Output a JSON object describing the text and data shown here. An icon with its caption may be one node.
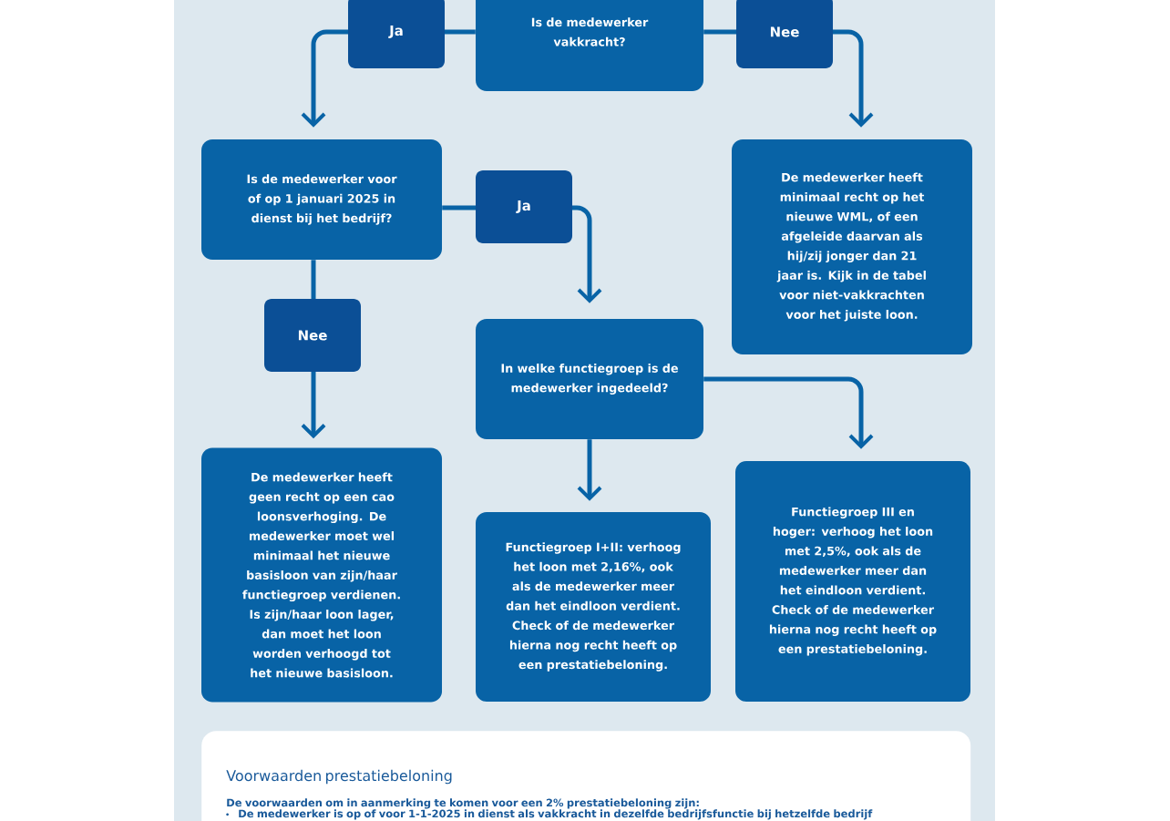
{
  "diagram": {
    "nodes": [
      {
        "text": [
          "Is de medewerker vakkracht?"
        ]
      },
      {
        "text": [
          "Is de medewerker voor of op 1 januari 2025 in dienst bij het bedrijf?"
        ]
      },
      {
        "text": [
          "De medewerker heeft minimaal recht op het nieuwe WML, of een afgeleide daarvan als hij/zij jonger dan 21 jaar is. Kijk in de tabel voor niet-vakkrachten voor het juiste loon."
        ]
      },
      {
        "text": [
          "In welke functiegroep is de medewerker ingedeeld?"
        ]
      },
      {
        "text": [
          "De medewerker heeft geen recht op een cao loonsverhoging. De medewerker moet wel minimaal het nieuwe basisloon van zijn/haar functiegroep verdienen. Is zijn/haar loon lager, dan moet het loon worden verhoogd tot het nieuwe basisloon."
        ]
      },
      {
        "text": [
          "Functiegroep I+II: verhoog het loon met 2,16%, ook als de medewerker meer dan het eindloon verdient. Check of de medewerker hierna nog recht heeft op een prestatiebeloning."
        ]
      },
      {
        "text": [
          "Functiegroep III en hoger: verhoog het loon met 2,5%, ook als de medewerker meer dan het eindloon verdient. Check of de medewerker hierna nog recht heeft op een prestatiebeloning."
        ]
      },
      {
        "text": [
          "Voorwaarden prestatiebeloning",
          "De voorwaarden om in aanmerking te komen voor een 2% prestatiebeloning zijn:",
          "De medewerker is op of voor 1-1-2025 in dienst als vakkracht in dezelfde bedrijfsfunctie bij hetzelfde bedrijf"
        ]
      }
    ],
    "edges": [
      {
        "from": 0,
        "to": 1,
        "arrow": "to",
        "label": "Ja"
      },
      {
        "from": 0,
        "to": 2,
        "arrow": "to",
        "label": "Nee"
      },
      {
        "from": 1,
        "to": 3,
        "arrow": "to",
        "label": "Ja"
      },
      {
        "from": 1,
        "to": 4,
        "arrow": "to",
        "label": "Nee"
      },
      {
        "from": 3,
        "to": 5,
        "arrow": "to"
      },
      {
        "from": 3,
        "to": 6,
        "arrow": "to"
      }
    ]
  }
}
